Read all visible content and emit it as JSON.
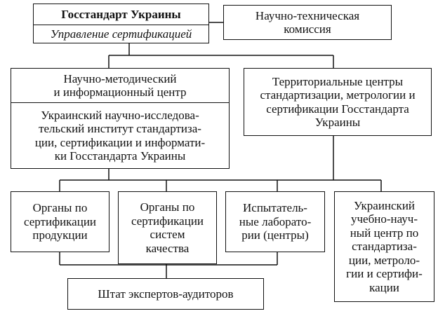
{
  "top": {
    "title": "Госстандарт Украины",
    "subtitle": "Управление сертификацией"
  },
  "commission": "Научно-техническая\nкомиссия",
  "methodical_center": {
    "title": "Научно-методический\nи информационный центр",
    "institute": "Украинский научно-исследова-\nтельский институт стандартиза-\nции, сертификации и информати-\nки Госстандарта Украины"
  },
  "territorial_centers": "Территориальные центры\nстандартизации, метрологии и\nсертификации Госстандарта\nУкраины",
  "bottom": {
    "product_certification": "Органы по\nсертификации\nпродукции",
    "quality_certification": "Органы по\nсертификации\nсистем\nкачества",
    "test_labs": "Испытатель-\nные лаборато-\nрии (центры)",
    "training_center": "Украинский\nучебно-науч-\nный центр по\nстандартиза-\nции, метроло-\nгии и сертифи-\nкации",
    "auditors": "Штат экспертов-аудиторов"
  }
}
